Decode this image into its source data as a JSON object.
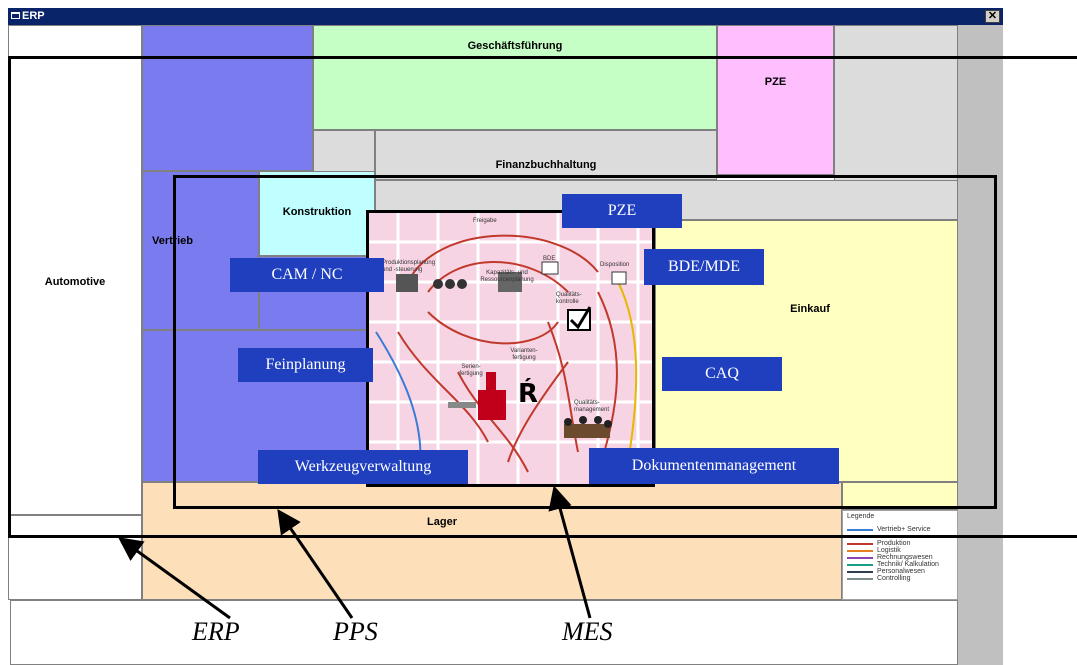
{
  "window": {
    "title": "ERP",
    "close_glyph": "✕"
  },
  "cells": {
    "geschaeftsfuehrung": "Geschäftsführung",
    "pze_top": "PZE",
    "finanzbuchhaltung": "Finanzbuchhaltung",
    "automotive": "Automotive",
    "konstruktion": "Konstruktion",
    "vertrieb": "Vertrieb",
    "einkauf": "Einkauf",
    "lager": "Lager"
  },
  "overlay_labels": {
    "pze": "PZE",
    "cam_nc": "CAM / NC",
    "bde_mde": "BDE/MDE",
    "feinplanung": "Feinplanung",
    "caq": "CAQ",
    "werkzeugverwaltung": "Werkzeugverwaltung",
    "dokumentenmanagement": "Dokumentenmanagement"
  },
  "mes_figure": {
    "labels": {
      "freigabe": "Freigabe",
      "auftragsplanung": "Produktionsplanung und -steuerung",
      "kapazitaet": "Kapazitäts- und Ressourcenplanung",
      "bde": "BDE",
      "disposition": "Disposition",
      "qualitaetskontrolle": "Qualitäts-kontrolle",
      "variantenfertigung": "Varianten-fertigung",
      "serienfertigung": "Serien-fertigung",
      "qualitaetsmanagement": "Qualitäts-management"
    }
  },
  "legend": {
    "title": "Legende",
    "items": [
      {
        "label": "Vertrieb+ Service",
        "color": "#3a7bd5"
      },
      {
        "label": "Produktion",
        "color": "#c0392b"
      },
      {
        "label": "Logistik",
        "color": "#e67e22"
      },
      {
        "label": "Rechnungswesen",
        "color": "#8e44ad"
      },
      {
        "label": "Technik/ Kalkulation",
        "color": "#16a085"
      },
      {
        "label": "Personalwesen",
        "color": "#2c3e50"
      },
      {
        "label": "Controlling",
        "color": "#7f8c8d"
      }
    ]
  },
  "captions": {
    "erp": "ERP",
    "pps": "PPS",
    "mes": "MES"
  },
  "colors": {
    "blue_cell": "#7b7bf0",
    "green_cell": "#c6ffc6",
    "pink_cell": "#ffbfff",
    "cyan_cell": "#bfffff",
    "yellow_cell": "#ffffc0",
    "peach_cell": "#fddfba",
    "grey_cell": "#dcdcdc",
    "label_blue": "#1f3fbf",
    "mes_bg": "#f7d4e4"
  }
}
